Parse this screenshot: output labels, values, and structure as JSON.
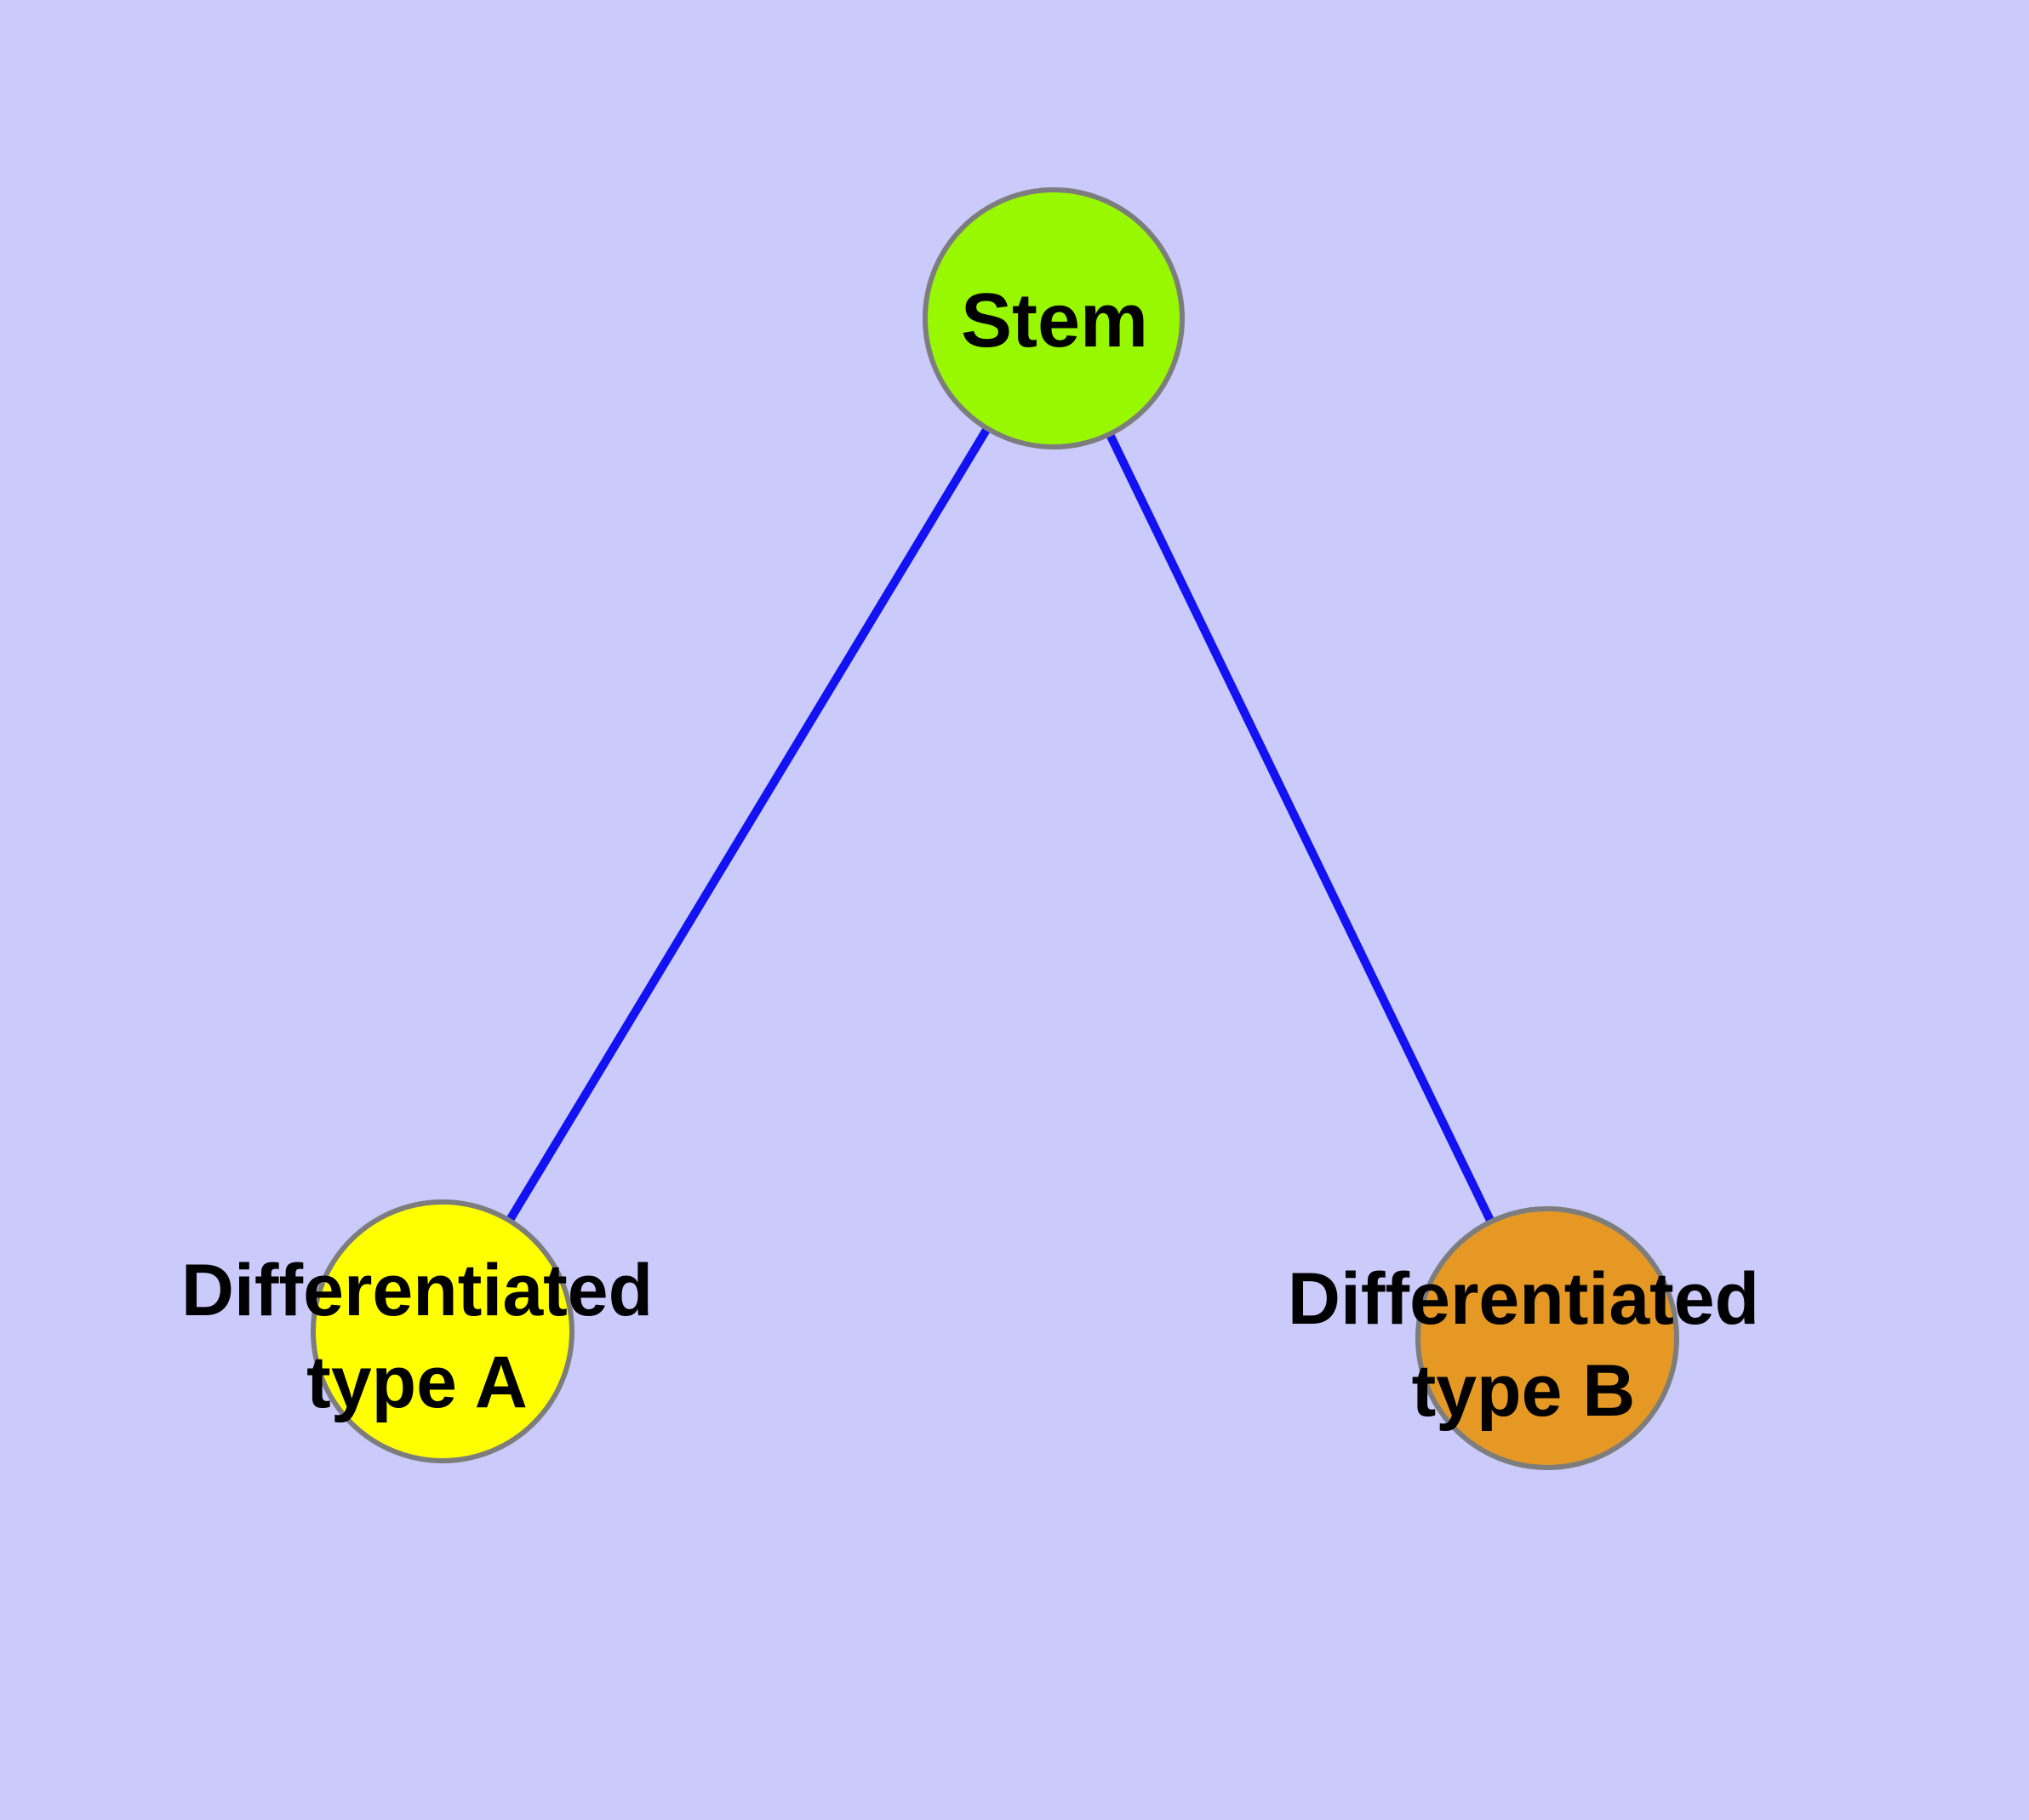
{
  "diagram": {
    "background_color": "#CACAFB",
    "edge_color": "#1212F2",
    "node_border_color": "#7D7D7D",
    "label_color": "#000000",
    "nodes": [
      {
        "id": "stem",
        "label": "Stem",
        "fill_color": "#97F800",
        "shape": "circle"
      },
      {
        "id": "differentiated-type-a",
        "label": "Differentiated type A",
        "label_line1": "Differentiated",
        "label_line2": "type A",
        "fill_color": "#FFFF00",
        "shape": "circle"
      },
      {
        "id": "differentiated-type-b",
        "label": "Differentiated type B",
        "label_line1": "Differentiated",
        "label_line2": "type B",
        "fill_color": "#E59924",
        "shape": "circle"
      }
    ],
    "edges": [
      {
        "from": "Stem",
        "to": "Differentiated type A"
      },
      {
        "from": "Stem",
        "to": "Differentiated type B"
      }
    ]
  }
}
